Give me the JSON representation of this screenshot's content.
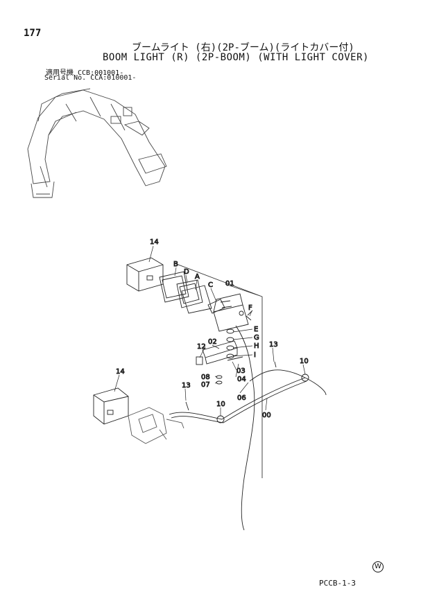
{
  "page_number": "177",
  "title_jp": "ブームライト (右)(2P-ブーム)(ライトカバー付)",
  "title_en": "BOOM LIGHT (R) (2P-BOOM) (WITH LIGHT COVER)",
  "serial_lines": [
    "適用号機  CCB:001001-",
    "Serial No. CCA:010001-"
  ],
  "callouts": {
    "p14a": "14",
    "pB": "B",
    "pD": "D",
    "pA": "A",
    "p01": "01",
    "pC": "C",
    "pF": "F",
    "pE": "E",
    "pG": "G",
    "pH": "H",
    "pI": "I",
    "p12": "12",
    "p02": "02",
    "p13a": "13",
    "p10a": "10",
    "p03": "03",
    "p04": "04",
    "p08": "08",
    "p07": "07",
    "p06": "06",
    "p14b": "14",
    "p13b": "13",
    "p10b": "10",
    "p00": "00"
  },
  "footer_code": "PCCB-1-3",
  "mark": "W"
}
